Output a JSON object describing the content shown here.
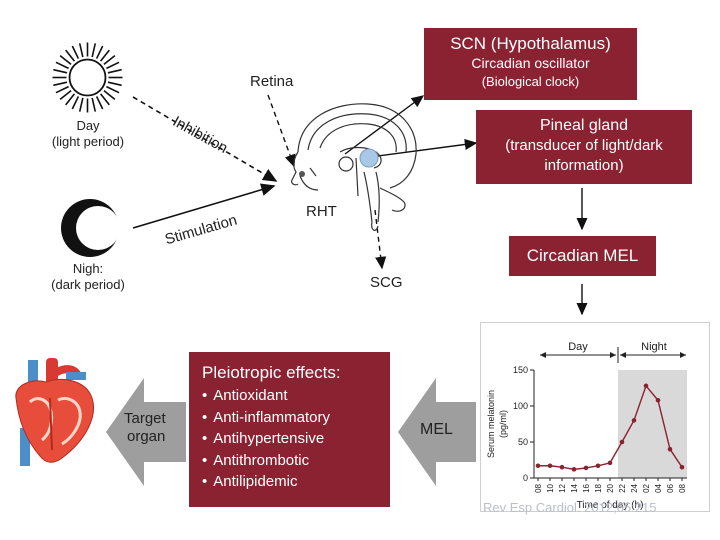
{
  "day": {
    "label": "Day",
    "sub": "(light period)"
  },
  "night": {
    "label": "Nigh:",
    "sub": "(dark period)"
  },
  "arrows": {
    "inhibition": "Inhibition",
    "stimulation": "Stimulation"
  },
  "brain": {
    "retina": "Retina",
    "rht": "RHT",
    "scg": "SCG"
  },
  "scn": {
    "line1": "SCN (Hypothalamus)",
    "line2": "Circadian oscillator",
    "line3": "(Biological clock)"
  },
  "pineal": {
    "line1": "Pineal gland",
    "line2": "(transducer of light/dark",
    "line3": "information)"
  },
  "circadian_mel": "Circadian MEL",
  "pleiotropic": {
    "title": "Pleiotropic effects:",
    "items": [
      "Antioxidant",
      "Anti-inflammatory",
      "Antihypertensive",
      "Antithrombotic",
      "Antilipidemic"
    ]
  },
  "mel_arrow": "MEL",
  "target_organ": {
    "line1": "Target",
    "line2": "organ"
  },
  "colors": {
    "box": "#8b2232",
    "arrow_fill": "#9e9e9e",
    "chart_line": "#8b2232",
    "night_shade": "#d9d9d9"
  },
  "chart_data": {
    "type": "line",
    "ylabel": "Serum melatonin (pg/ml)",
    "xlabel": "Time of day (h)",
    "period_labels": {
      "day": "Day",
      "night": "Night"
    },
    "x": [
      "08",
      "10",
      "12",
      "14",
      "16",
      "18",
      "20",
      "22",
      "24",
      "02",
      "04",
      "06",
      "08"
    ],
    "values": [
      17,
      17,
      15,
      12,
      14,
      17,
      21,
      50,
      80,
      128,
      108,
      40,
      15
    ],
    "ylim": [
      0,
      150
    ],
    "yticks": [
      0,
      50,
      100,
      150
    ],
    "night_range_index": [
      7,
      12
    ],
    "grid": false
  },
  "citation": "Rev Esp Cardiol. 2012;65:215"
}
